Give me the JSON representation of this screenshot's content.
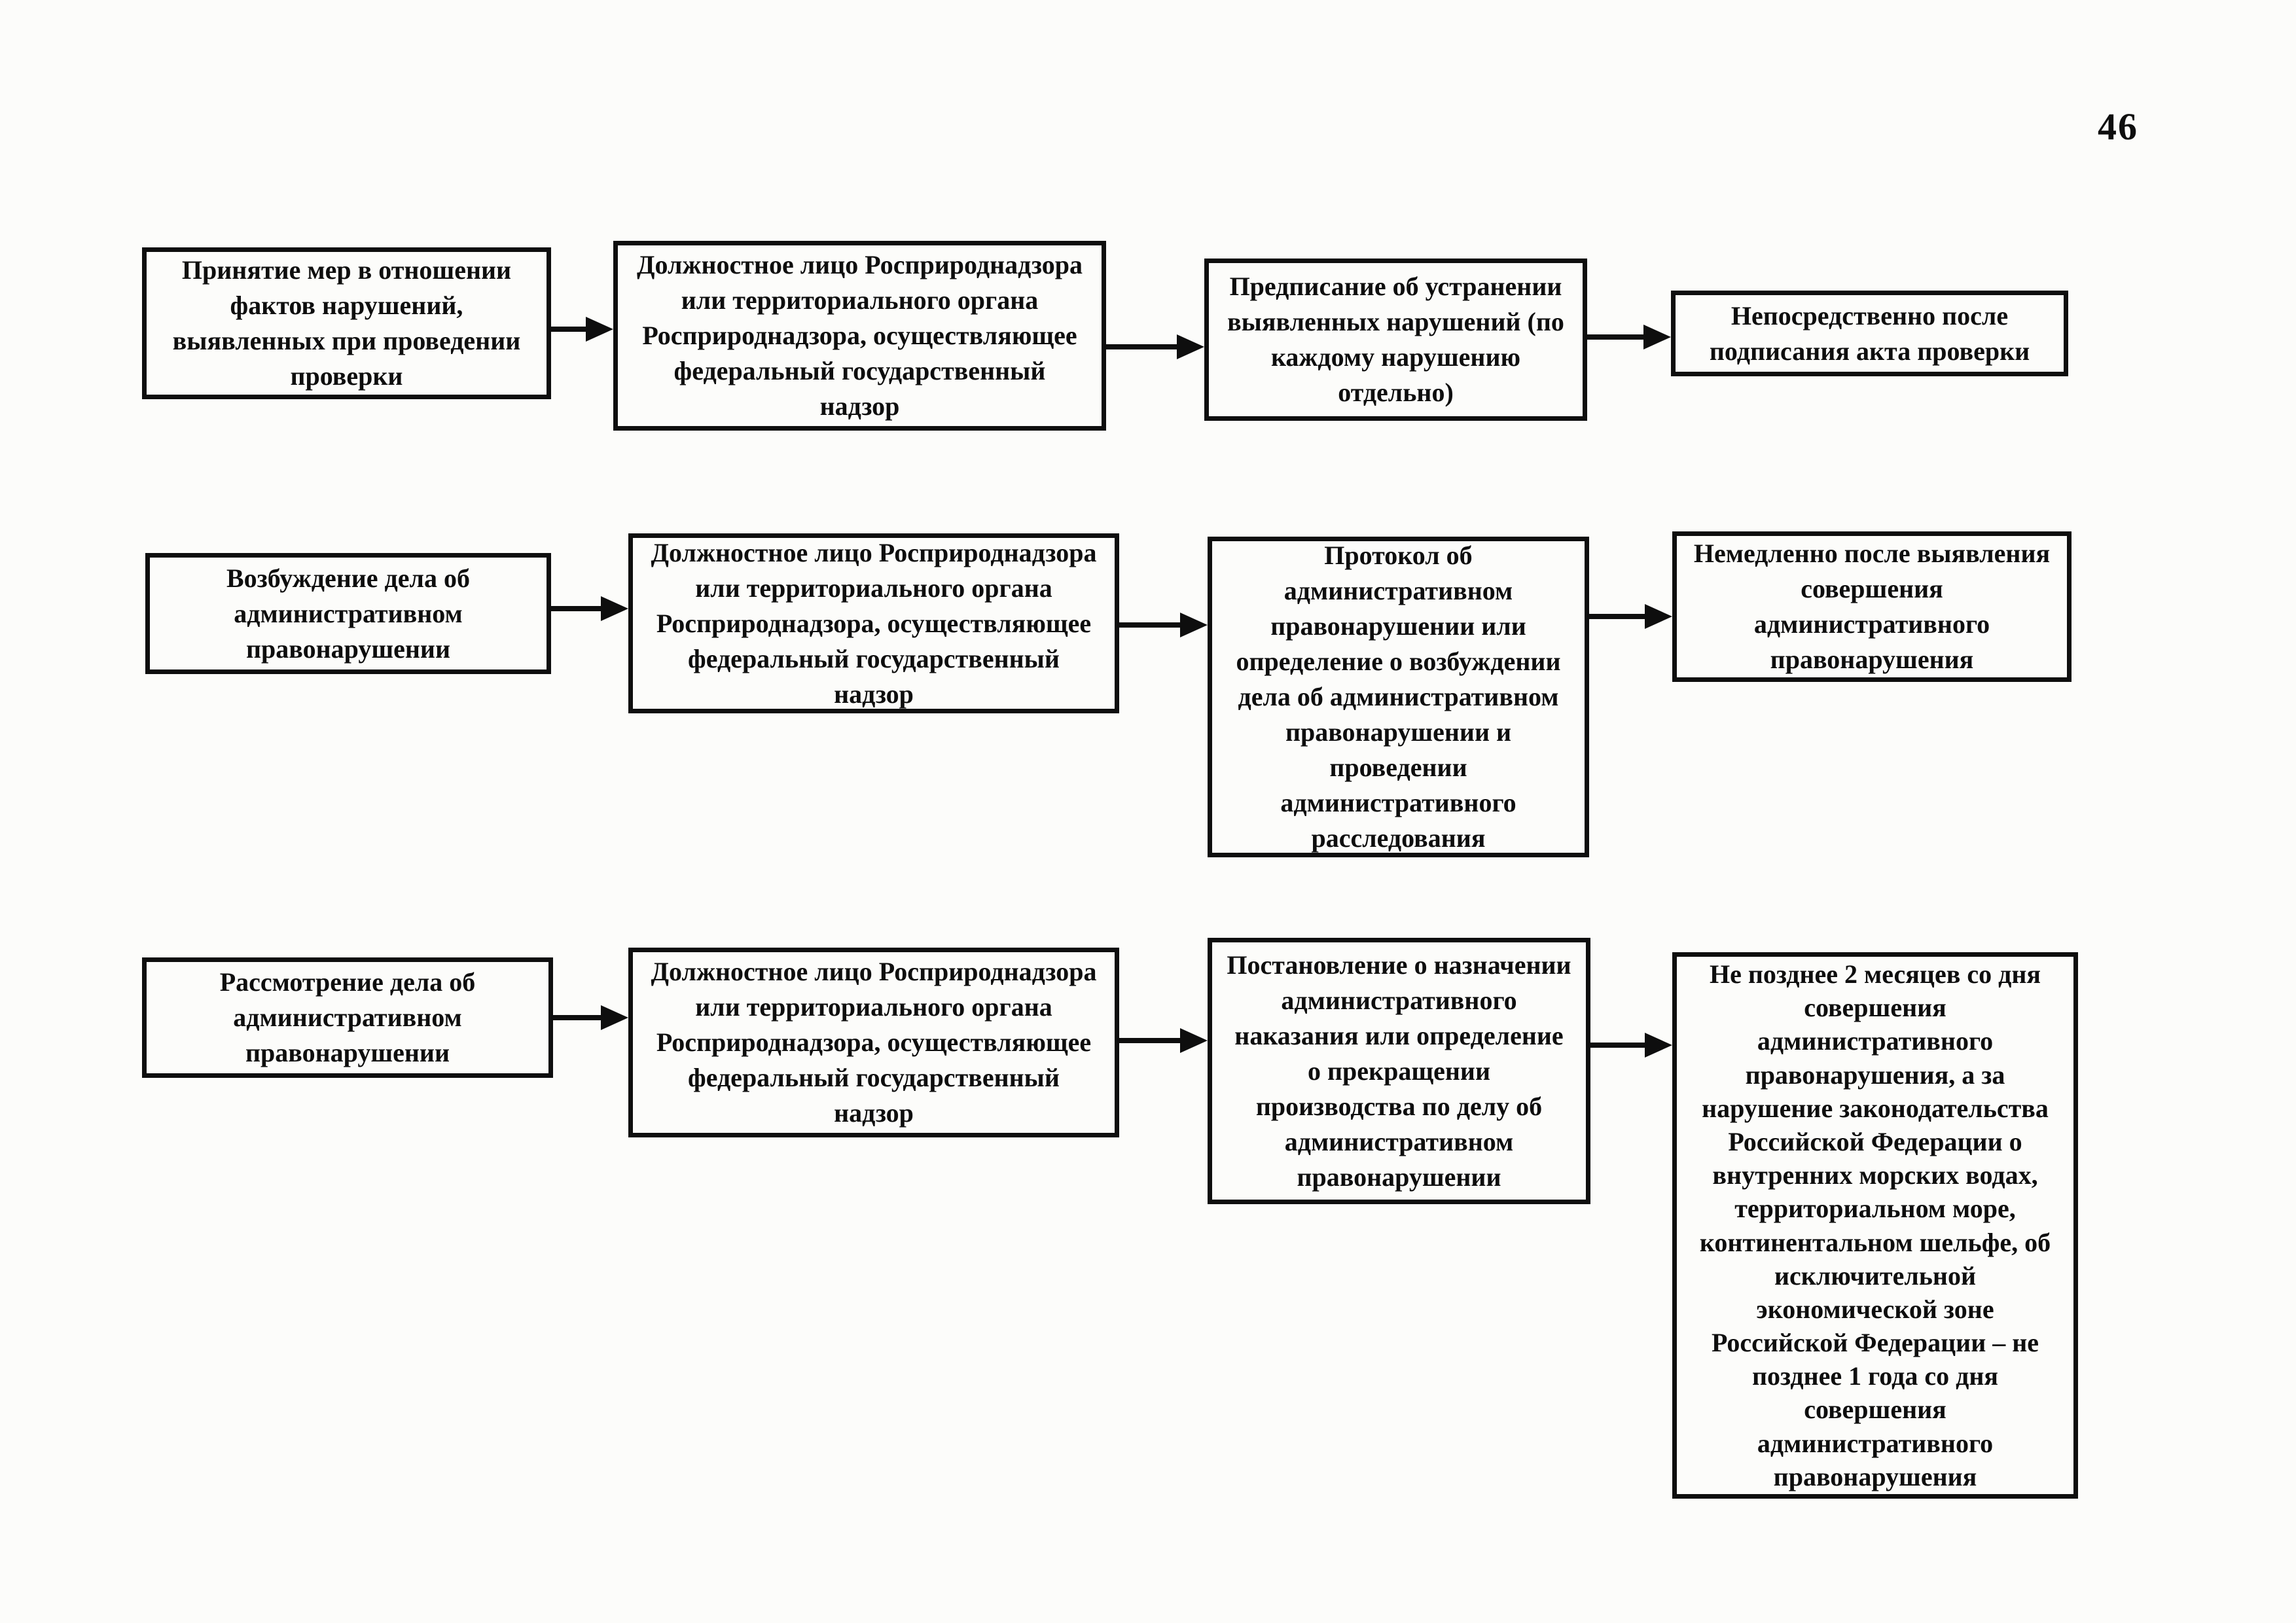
{
  "page": {
    "number": "46"
  },
  "colors": {
    "ink": "#0e0e0e",
    "paper": "#fcfcfa"
  },
  "flowchart": {
    "rows": [
      {
        "stage": "Принятие мер в отношении\nфактов нарушений,\nвыявленных при проведении\nпроверки",
        "authority": "Должностное лицо Росприроднадзора\nили территориального органа\nРосприроднадзора, осуществляющее\nфедеральный государственный\nнадзор",
        "result": "Предписание об устранении\nвыявленных нарушений (по\nкаждому нарушению\nотдельно)",
        "deadline": "Непосредственно после\nподписания акта проверки"
      },
      {
        "stage": "Возбуждение дела об\nадминистративном\nправонарушении",
        "authority": "Должностное лицо Росприроднадзора\nили территориального органа\nРосприроднадзора, осуществляющее\nфедеральный государственный\nнадзор",
        "result": "Протокол об\nадминистративном\nправонарушении или\nопределение о возбуждении\nдела об административном\nправонарушении и\nпроведении\nадминистративного\nрасследования",
        "deadline": "Немедленно после выявления\nсовершения\nадминистративного\nправонарушения"
      },
      {
        "stage": "Рассмотрение дела об\nадминистративном\nправонарушении",
        "authority": "Должностное лицо Росприроднадзора\nили территориального органа\nРосприроднадзора, осуществляющее\nфедеральный государственный\nнадзор",
        "result": "Постановление о назначении\nадминистративного\nнаказания или определение\nо прекращении\nпроизводства по делу об\nадминистративном\nправонарушении",
        "deadline": "Не позднее 2 месяцев со дня\nсовершения\nадминистративного\nправонарушения, а за\nнарушение законодательства\nРоссийской Федерации о\nвнутренних морских водах,\nтерриториальном море,\nконтинентальном шельфе, об\nисключительной\nэкономической зоне\nРоссийской Федерации – не\nпозднее 1 года со дня\nсовершения\nадминистративного\nправонарушения"
      }
    ]
  }
}
